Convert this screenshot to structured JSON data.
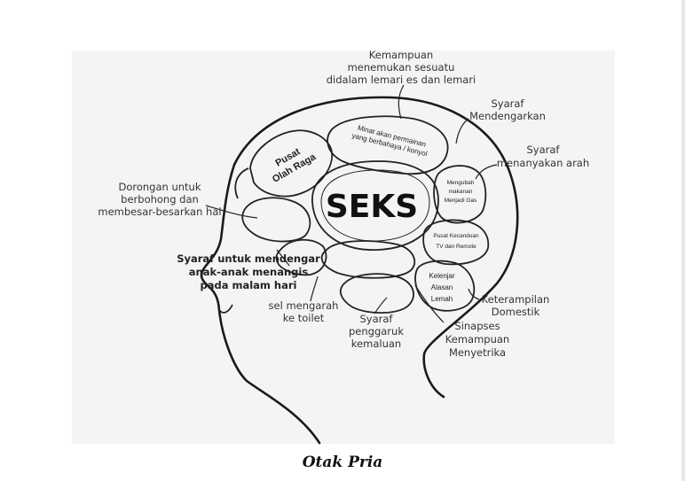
{
  "center": "SEKS",
  "regions": {
    "pusat_olah_raga": [
      "Pusat",
      "Olah Raga"
    ],
    "minat": [
      "Minat akan permainan",
      "yang berbahaya / konyol"
    ],
    "mengubah": [
      "Mengubah",
      "makanan",
      "Menjadi Gas"
    ],
    "kecanduan": [
      "Pusat Kecanduan",
      "TV dan Remote"
    ],
    "kelenjar": [
      "Kelenjar",
      "Alasan",
      "Lemah"
    ]
  },
  "labels": {
    "lemari": [
      "Kemampuan",
      "menemukan sesuatu",
      "didalam lemari es dan lemari"
    ],
    "mendengarkan": [
      "Syaraf",
      "Mendengarkan"
    ],
    "arah": [
      "Syaraf",
      "menanyakan arah"
    ],
    "bohong": [
      "Dorongan untuk",
      "berbohong dan",
      "membesar-besarkan hal"
    ],
    "anak": [
      "Syaraf untuk mendengar",
      "anak-anak menangis",
      "pada malam hari"
    ],
    "toilet": [
      "sel mengarah",
      "ke toilet"
    ],
    "garuk": [
      "Syaraf",
      "penggaruk",
      "kemaluan"
    ],
    "domestik": [
      "Keterampilan",
      "Domestik"
    ],
    "setrika": [
      "Sinapses",
      "Kemampuan",
      "Menyetrika"
    ]
  },
  "caption": "Otak Pria"
}
